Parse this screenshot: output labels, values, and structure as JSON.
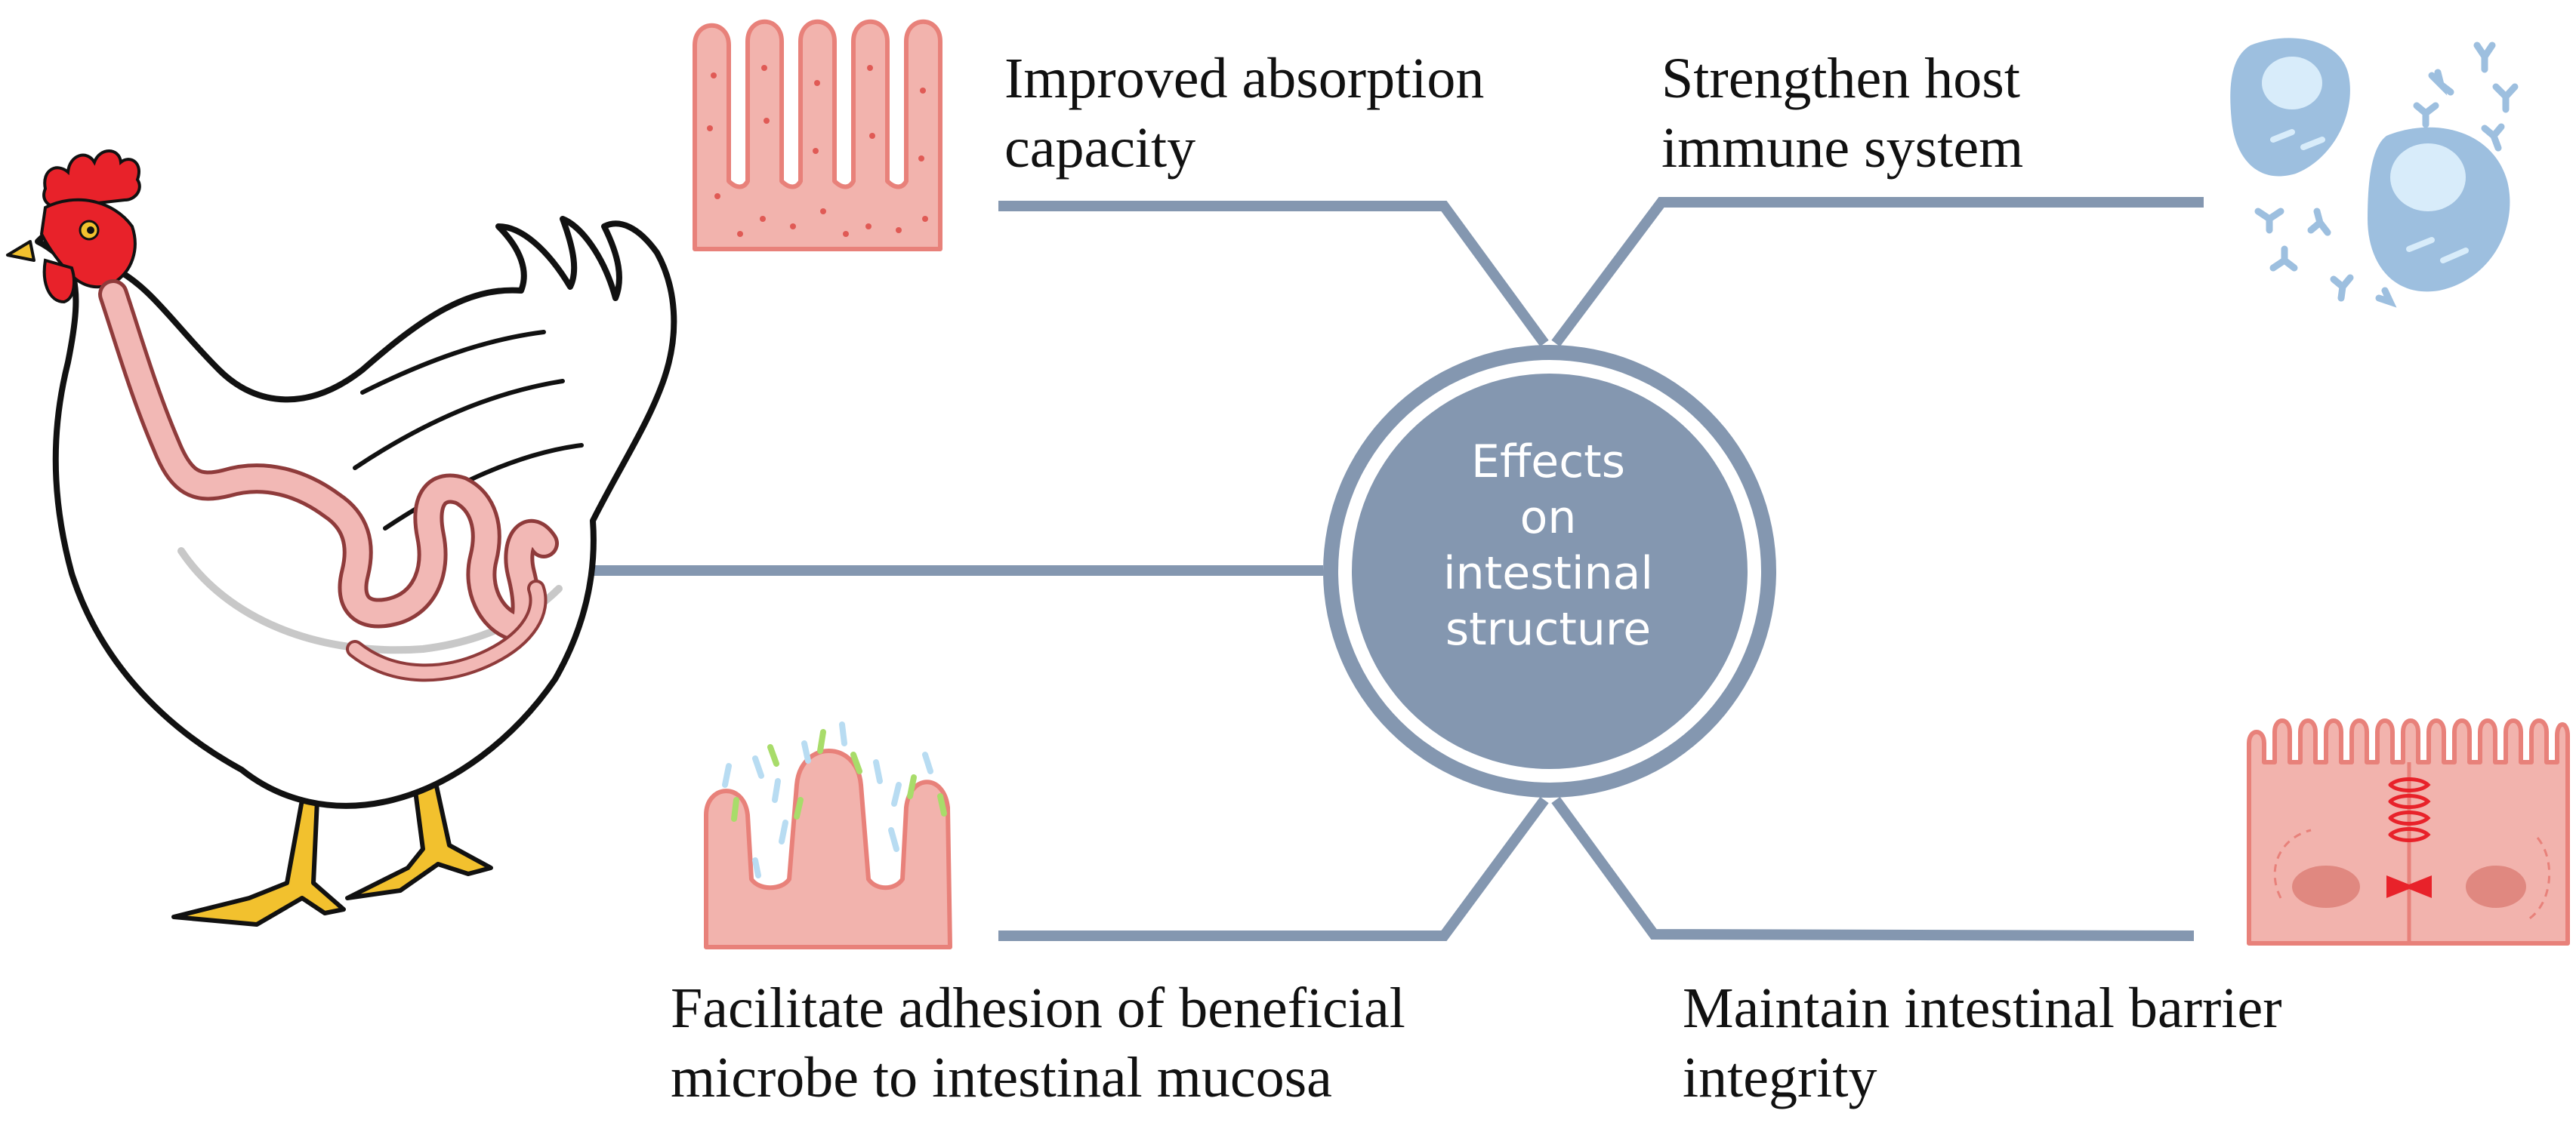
{
  "center": {
    "lines": [
      "Effects",
      "on",
      "intestinal",
      "structure"
    ]
  },
  "effects": {
    "absorption": {
      "lines": [
        "Improved absorption",
        "capacity"
      ]
    },
    "immune": {
      "lines": [
        "Strengthen host",
        "immune system"
      ]
    },
    "adhesion": {
      "lines": [
        "Facilitate adhesion of beneficial",
        "microbe to intestinal mucosa"
      ]
    },
    "barrier": {
      "lines": [
        "Maintain intestinal barrier",
        "integrity"
      ]
    }
  },
  "colors": {
    "connector": "#8497b0",
    "center_fill": "#8497b0",
    "tissue_fill": "#f2b3ad",
    "tissue_stroke": "#e8817a",
    "immune_cell": "#9dbfdf",
    "immune_nucleus": "#d8ecfa",
    "comb": "#e8222a",
    "beak": "#f2c12e"
  },
  "icons": {
    "chicken": "chicken-illustration",
    "villi": "intestinal-villi-icon",
    "immune": "immune-cells-antibodies-icon",
    "adhesion": "microbe-adhesion-villi-icon",
    "barrier": "epithelial-tight-junction-icon"
  }
}
